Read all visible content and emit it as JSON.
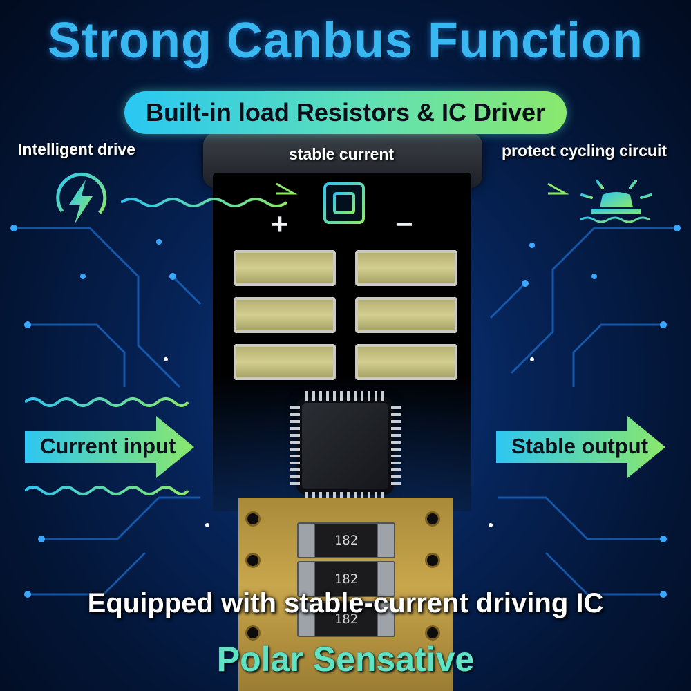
{
  "title": "Strong Canbus Function",
  "pill_text": "Built-in load Resistors & IC Driver",
  "labels": {
    "intelligent_drive": "Intelligent drive",
    "stable_current": "stable current",
    "protect_cycling": "protect cycling circuit"
  },
  "board_signs": {
    "plus": "+",
    "minus": "−"
  },
  "arrows": {
    "input": "Current input",
    "output": "Stable output"
  },
  "resistor_code": "182",
  "bottom_text": "Equipped with stable-current driving IC",
  "polar_text": "Polar Sensative",
  "icons": [
    "lightning-icon",
    "chip-icon",
    "warning-light-icon"
  ],
  "colors": {
    "title": "#38b7f0",
    "accent_blue": "#29c7f3",
    "accent_green": "#8ae86c",
    "polar_text": "#5fe3c3"
  }
}
